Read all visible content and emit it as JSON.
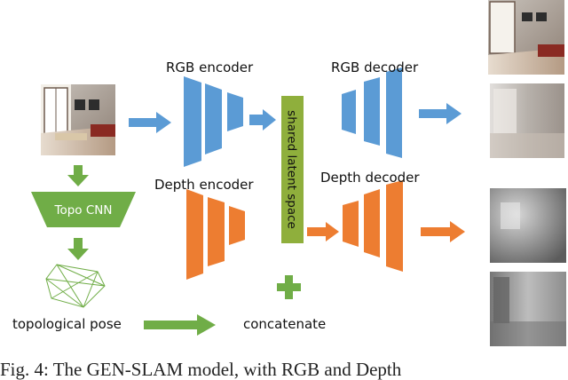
{
  "labels": {
    "rgb_encoder": "RGB encoder",
    "rgb_decoder": "RGB decoder",
    "depth_encoder": "Depth encoder",
    "depth_decoder": "Depth decoder",
    "shared_latent_space": "shared latent space",
    "topo_cnn": "Topo CNN",
    "topological_pose": "topological pose",
    "concatenate": "concatenate"
  },
  "caption": "Fig. 4: The GEN-SLAM model, with RGB and Depth",
  "colors": {
    "rgb_blue": "#5b9bd5",
    "depth_orange": "#ed7d31",
    "topo_green": "#70ad47",
    "latent_green": "#8faf3c"
  },
  "icons": {
    "rgb_arrow": "right-arrow-blue",
    "depth_arrow": "right-arrow-orange",
    "topo_arrow": "down-arrow-green",
    "concat": "plus-green"
  }
}
